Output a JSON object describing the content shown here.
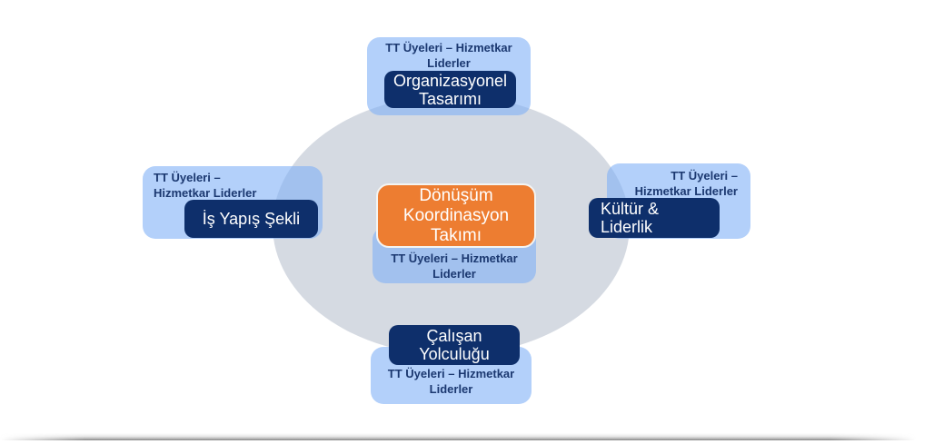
{
  "colors": {
    "accent_orange": "#ED7D31",
    "navy": "#0E2F6B",
    "light_blue": "#80B1F7",
    "ellipse_gray": "#D5DAE2",
    "label_text": "#1B3870"
  },
  "center_hub": {
    "title": "Dönüşüm\nKoordinasyon\nTakımı",
    "members": "TT Üyeleri – Hizmetkar\nLiderler"
  },
  "spokes": {
    "top": {
      "label": "Organizasyonel\nTasarımı",
      "members": "TT Üyeleri – Hizmetkar\nLiderler"
    },
    "left": {
      "label": "İş Yapış Şekli",
      "members": "TT Üyeleri –\nHizmetkar Liderler"
    },
    "right": {
      "label": "Kültür &\nLiderlik",
      "members": "TT Üyeleri –\nHizmetkar Liderler"
    },
    "bottom": {
      "label": "Çalışan\nYolculuğu",
      "members": "TT Üyeleri – Hizmetkar\nLiderler"
    }
  }
}
